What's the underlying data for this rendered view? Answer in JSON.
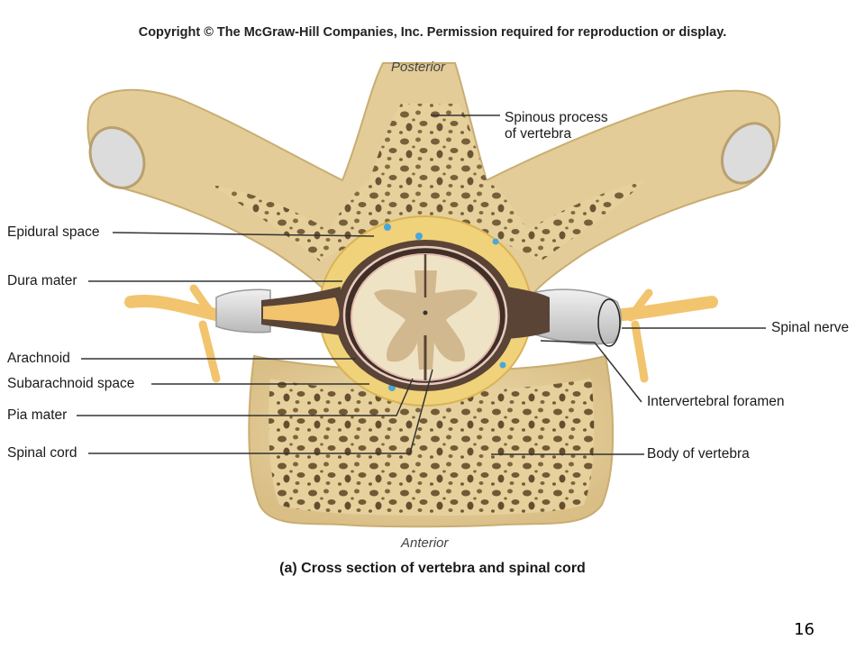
{
  "copyright": "Copyright © The McGraw-Hill Companies, Inc. Permission required for reproduction or display.",
  "orientation": {
    "posterior": "Posterior",
    "anterior": "Anterior"
  },
  "labels": {
    "spinous_process": [
      "Spinous process",
      "of vertebra"
    ],
    "epidural_space": "Epidural space",
    "dura_mater": "Dura mater",
    "arachnoid": "Arachnoid",
    "subarachnoid_space": "Subarachnoid space",
    "pia_mater": "Pia mater",
    "spinal_cord": "Spinal cord",
    "spinal_nerve": "Spinal nerve",
    "intervertebral_foramen": "Intervertebral foramen",
    "body_of_vertebra": "Body of vertebra"
  },
  "caption": "(a) Cross section of vertebra and spinal cord",
  "page_number": "16",
  "colors": {
    "bone": "#ead7a6",
    "bone_shadow": "#c9ad72",
    "trabecular": "#6b5330",
    "fat": "#f0d27a",
    "dura": "#5a4436",
    "white_matter": "#efe3c6",
    "gray_matter": "#d2b88e",
    "nerve_sheath": "#d6d6d6",
    "nerve": "#f2c46e",
    "vessel": "#4aa7d8",
    "leader_line": "#333333"
  }
}
